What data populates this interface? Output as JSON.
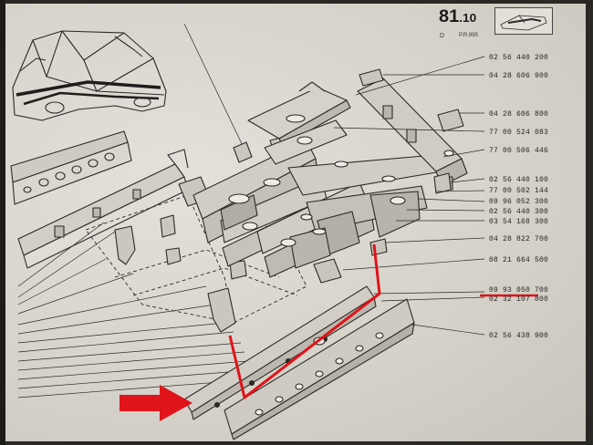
{
  "header": {
    "page_number": "81",
    "page_sub": ".10",
    "ref_letter": "D",
    "ref_code": "P.R.995"
  },
  "part_numbers": [
    "02 56 440 200",
    "04 28 606 900",
    "04 28 606 800",
    "77 00 524 083",
    "77 00 506 446",
    "02 56 440 100",
    "77 00 502 144",
    "09 96 052 300",
    "02 56 440 300",
    "03 54 168 300",
    "04 28 822 700",
    "08 21 664 500",
    "09 93 050 700",
    "02 32 107 800",
    "02 56 438 900"
  ],
  "highlight": {
    "part_number": "09 93 050 700",
    "color": "#e0141a"
  },
  "colors": {
    "paper": "#d9d6cf",
    "ink": "#262522",
    "marker": "#e0141a"
  }
}
